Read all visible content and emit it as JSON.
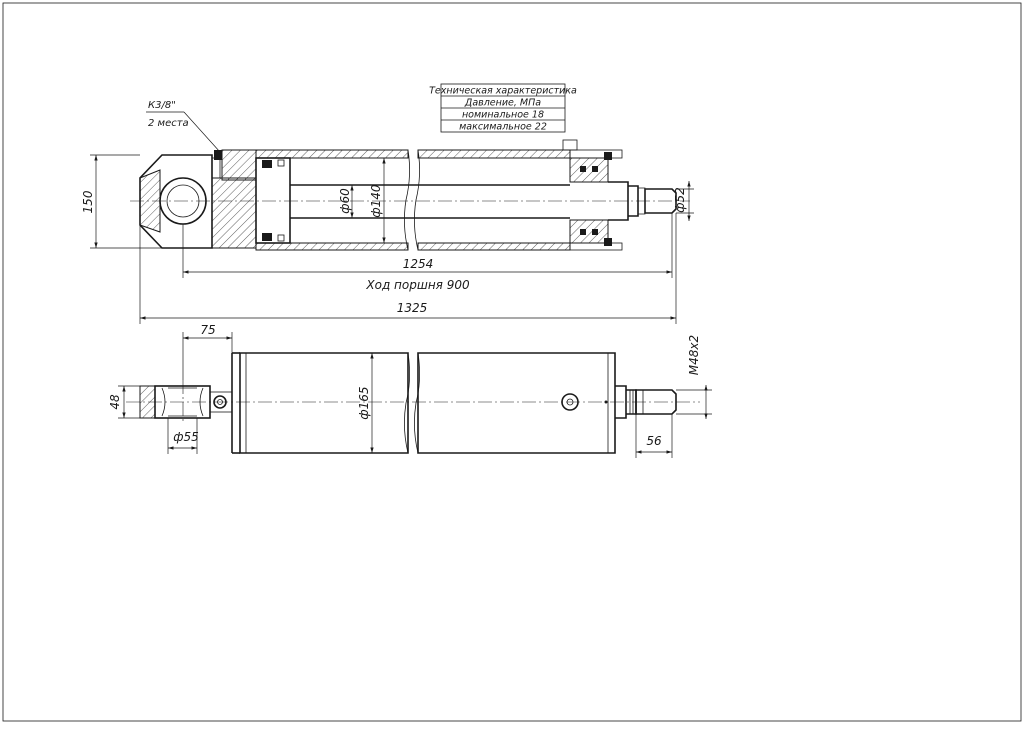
{
  "spec_table": {
    "title": "Техническая характеристика",
    "row1": "Давление, МПа",
    "row2": "номинальное  18",
    "row3": "максимальное  22"
  },
  "callout": {
    "thread": "К3/8\"",
    "count": "2 места"
  },
  "dimensions": {
    "height_150": "150",
    "rod_dia": "ф60",
    "bore_dia": "ф140",
    "rod_end_dia": "ф52",
    "length_1254": "1254",
    "stroke": "Ход поршня 900",
    "length_1325": "1325",
    "offset_75": "75",
    "thread_m48": "M48x2",
    "width_48": "48",
    "outer_dia": "ф165",
    "eye_dia": "ф55",
    "length_56": "56"
  }
}
